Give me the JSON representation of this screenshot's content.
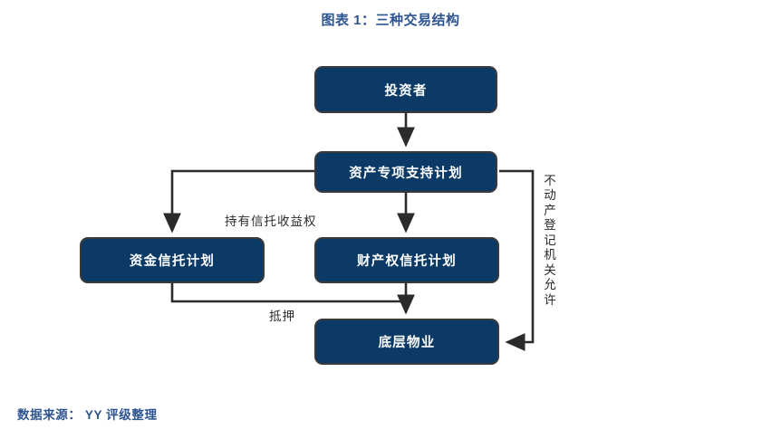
{
  "title": "图表 1：三种交易结构",
  "colors": {
    "title_blue": "#2e5490",
    "node_fill_navy": "#0b3a66",
    "node_border": "#3a3a3a",
    "node_text": "#ffffff",
    "edge_stroke": "#2b2b2b",
    "label_text": "#2b2b2b",
    "source_blue": "#2e5490",
    "background": "#ffffff"
  },
  "diagram": {
    "nodes": [
      {
        "id": "investor",
        "label": "投资者"
      },
      {
        "id": "abs-plan",
        "label": "资产专项支持计划"
      },
      {
        "id": "fund-trust",
        "label": "资金信托计划"
      },
      {
        "id": "property-trust",
        "label": "财产权信托计划"
      },
      {
        "id": "underlying",
        "label": "底层物业"
      }
    ],
    "edge_labels": {
      "hold_trust_beneficiary": "持有信托收益权",
      "mortgage": "抵押",
      "registry_permission": "不动产登记机关允许"
    },
    "edges": [
      {
        "from": "investor",
        "to": "abs-plan",
        "arrow": true,
        "label": ""
      },
      {
        "from": "abs-plan",
        "to": "fund-trust",
        "arrow": true,
        "label": "持有信托收益权"
      },
      {
        "from": "abs-plan",
        "to": "property-trust",
        "arrow": true,
        "label": ""
      },
      {
        "from": "property-trust",
        "to": "underlying",
        "arrow": true,
        "label": ""
      },
      {
        "from": "fund-trust",
        "to": "underlying",
        "arrow": false,
        "label": "抵押"
      },
      {
        "from": "abs-plan",
        "to": "underlying",
        "arrow": true,
        "label": "不动产登记机关允许"
      }
    ]
  },
  "source": "数据来源： YY 评级整理"
}
